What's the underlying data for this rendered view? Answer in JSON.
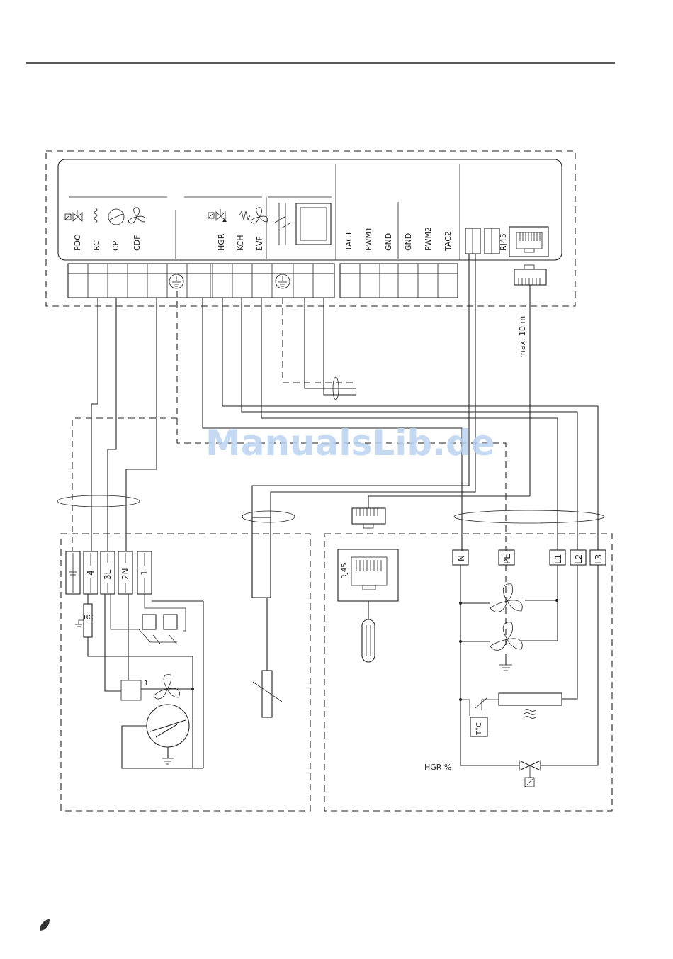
{
  "module_labels": [
    "PDO",
    "RC",
    "CP",
    "CDF",
    "HGR",
    "KCH",
    "EVF",
    "TAC1",
    "PWM1",
    "GND",
    "GND",
    "PWM2",
    "TAC2"
  ],
  "rj45_top_label": "RJ45",
  "max_cable_label": "max. 10 m",
  "watermark": "ManualsLib.de",
  "left_terminals": [
    "4",
    "3L",
    "2N",
    "1"
  ],
  "rc_label": "RC",
  "fan_number_label": "1",
  "rj45_socket_label": "RJ45",
  "right_terminals": [
    "N",
    "PE",
    "L1",
    "L2",
    "L3"
  ],
  "thermostat_label": "T°C",
  "hgr_label": "HGR %",
  "colors": {
    "line": "#222222",
    "watermark": "#bcd3f2",
    "background": "#ffffff"
  }
}
